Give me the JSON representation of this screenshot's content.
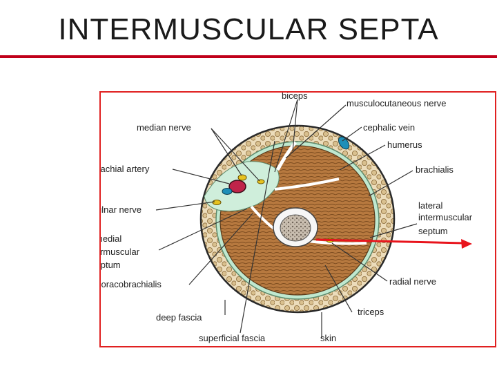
{
  "title": "INTERMUSCULAR  SEPTA",
  "labels": {
    "biceps": "biceps",
    "musculocutaneous_nerve": "musculocutaneous nerve",
    "median_nerve": "median nerve",
    "cephalic_vein": "cephalic vein",
    "humerus": "humerus",
    "brachial_artery": "brachial artery",
    "brachialis": "brachialis",
    "ulnar_nerve": "ulnar nerve",
    "lateral_1": "lateral",
    "lateral_2": "intermuscular",
    "lateral_3": "septum",
    "medial_1": "medial",
    "medial_2": "intermuscular",
    "medial_3": "septum",
    "coracobrachialis": "coracobrachialis",
    "radial_nerve": "radial nerve",
    "triceps": "triceps",
    "deep_fascia": "deep fascia",
    "superficial_fascia": "superficial fascia",
    "skin": "skin"
  },
  "colors": {
    "accent": "#c0001a",
    "frame": "#e02020",
    "arrow": "#e8141c",
    "muscle": "#b47a45",
    "fat": "#e9d7b4",
    "fascia": "#bfe8cf",
    "artery": "#c0244a",
    "vein": "#1e8fb8",
    "nerve": "#e6c21f"
  }
}
